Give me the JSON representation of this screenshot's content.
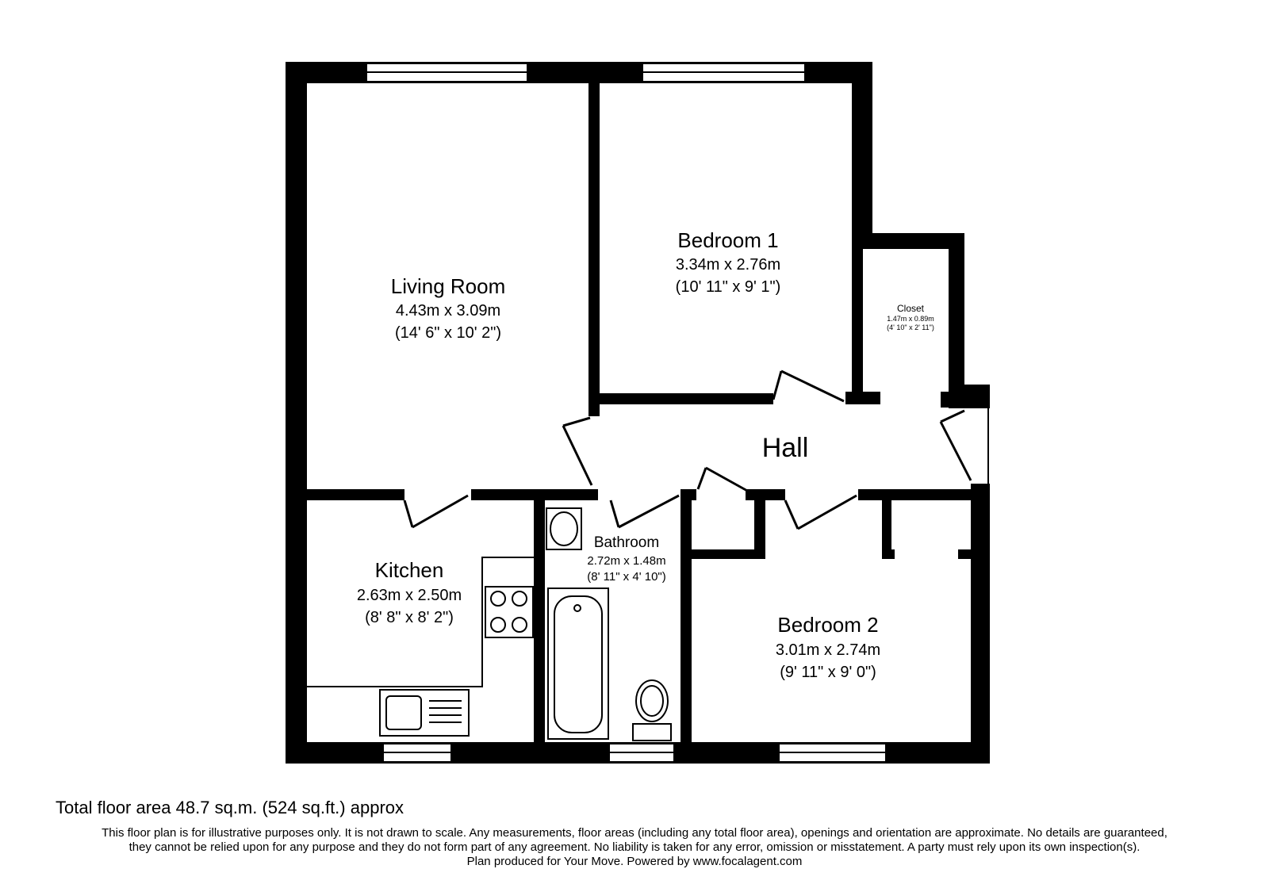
{
  "rooms": {
    "living": {
      "name": "Living Room",
      "dim_m": "4.43m x 3.09m",
      "dim_ft": "(14' 6\" x 10' 2\")"
    },
    "bedroom1": {
      "name": "Bedroom 1",
      "dim_m": "3.34m x 2.76m",
      "dim_ft": "(10' 11\" x 9' 1\")"
    },
    "closet": {
      "name": "Closet",
      "dim_m": "1.47m x 0.89m",
      "dim_ft": "(4' 10\" x 2' 11\")"
    },
    "hall": {
      "name": "Hall"
    },
    "kitchen": {
      "name": "Kitchen",
      "dim_m": "2.63m x 2.50m",
      "dim_ft": "(8' 8\" x 8' 2\")"
    },
    "bathroom": {
      "name": "Bathroom",
      "dim_m": "2.72m x 1.48m",
      "dim_ft": "(8' 11\" x 4' 10\")"
    },
    "bedroom2": {
      "name": "Bedroom 2",
      "dim_m": "3.01m x 2.74m",
      "dim_ft": "(9' 11\" x 9' 0\")"
    }
  },
  "footer": {
    "total_area": "Total floor area 48.7 sq.m. (524 sq.ft.) approx",
    "disclaimer_1": "This floor plan is for illustrative purposes only. It is not drawn to scale. Any measurements, floor areas (including any total floor area), openings and orientation are approximate. No details are guaranteed,",
    "disclaimer_2": "they cannot be relied upon for any purpose and they do not form part of any agreement. No liability is taken for any error, omission or misstatement. A party must rely upon its own inspection(s).",
    "disclaimer_3": "Plan produced for Your Move. Powered by www.focalagent.com"
  },
  "colors": {
    "wall": "#000000",
    "background": "#ffffff"
  }
}
